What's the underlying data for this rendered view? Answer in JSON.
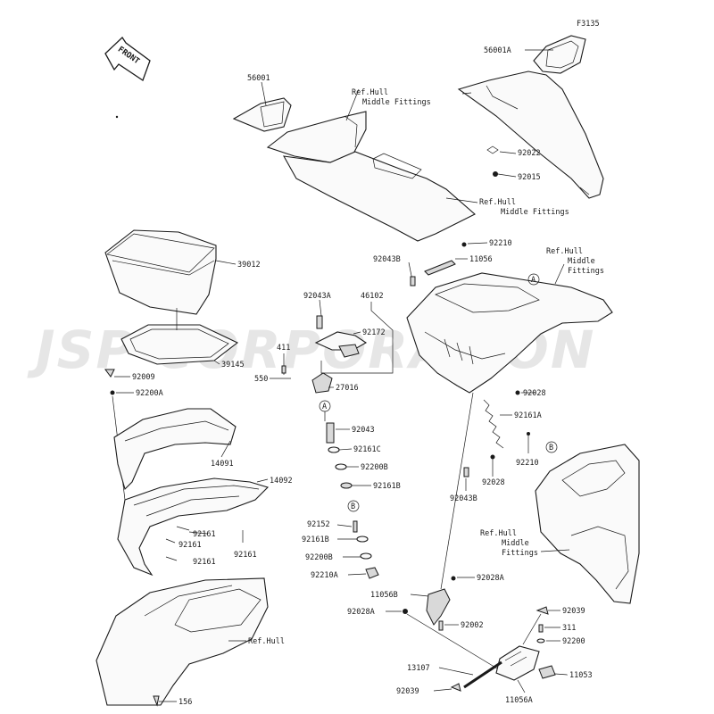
{
  "diagram_code": "F3135",
  "front_label": "FRONT",
  "watermark": "JSP CORPORATION",
  "refs": {
    "ref_upper": "Ref.Hull\nMiddle Fittings",
    "ref_mid": "Ref.Hull\nMiddle Fittings",
    "ref_right": "Ref.Hull\nMiddle\nFittings",
    "ref_lower_right": "Ref.Hull\nMiddle\nFittings",
    "ref_hull": "Ref.Hull"
  },
  "callouts": {
    "A": "A",
    "B": "B"
  },
  "parts": {
    "p56001": "56001",
    "p56001a": "56001A",
    "p92022": "92022",
    "p92015": "92015",
    "p39012": "39012",
    "p39145": "39145",
    "p92009": "92009",
    "p92200a": "92200A",
    "p14091": "14091",
    "p14092": "14092",
    "p92161_a": "92161",
    "p92161_b": "92161",
    "p92161_c": "92161",
    "p92161_d": "92161",
    "p156": "156",
    "p92043a": "92043A",
    "p46102": "46102",
    "p92172": "92172",
    "p411": "411",
    "p550": "550",
    "p27016": "27016",
    "p92043": "92043",
    "p92161c": "92161C",
    "p92200b_1": "92200B",
    "p92161b_1": "92161B",
    "p92152": "92152",
    "p92161b_2": "92161B",
    "p92200b_2": "92200B",
    "p92210a": "92210A",
    "p92210_1": "92210",
    "p92043b_1": "92043B",
    "p11056": "11056",
    "p92028_1": "92028",
    "p92161a": "92161A",
    "p92210_2": "92210",
    "p92028_2": "92028",
    "p92043b_2": "92043B",
    "p92028a_1": "92028A",
    "p11056b": "11056B",
    "p92028a_2": "92028A",
    "p92002": "92002",
    "p92039_1": "92039",
    "p311": "311",
    "p92200": "92200",
    "p11053": "11053",
    "p13107": "13107",
    "p92039_2": "92039",
    "p11056a": "11056A"
  }
}
